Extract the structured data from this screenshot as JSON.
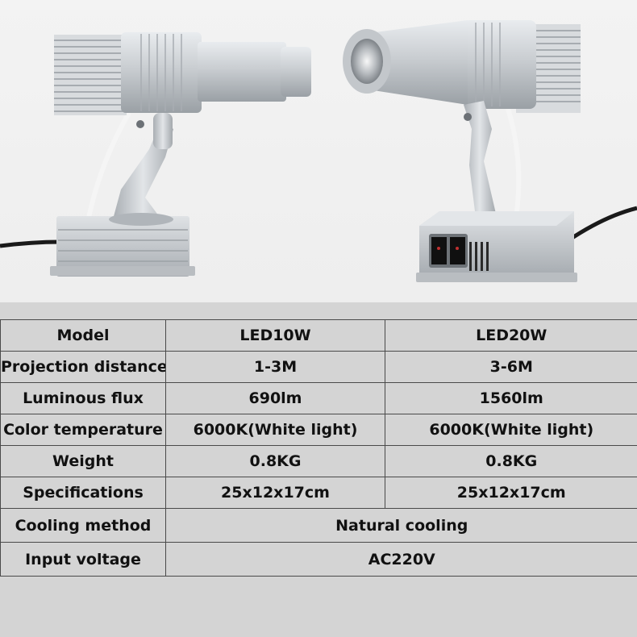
{
  "spec_table": {
    "header": {
      "label": "Model",
      "col1": "LED10W",
      "col2": "LED20W"
    },
    "rows": [
      {
        "label": "Projection distance",
        "col1": "1-3M",
        "col2": "3-6M"
      },
      {
        "label": "Luminous flux",
        "col1": "690lm",
        "col2": "1560lm"
      },
      {
        "label": "Color temperature",
        "col1": "6000K(White light)",
        "col2": "6000K(White light)"
      },
      {
        "label": "Weight",
        "col1": "0.8KG",
        "col2": "0.8KG"
      },
      {
        "label": "Specifications",
        "col1": "25x12x17cm",
        "col2": "25x12x17cm"
      }
    ],
    "merged_rows": [
      {
        "label": "Cooling method",
        "value": "Natural cooling"
      },
      {
        "label": "Input voltage",
        "value": "AC220V"
      }
    ]
  },
  "colors": {
    "photo_background": "#f0f0f0",
    "table_background": "#d4d4d4",
    "metal": "#c8ccd0",
    "cable": "#1a1a1a",
    "switch": "#101010"
  }
}
